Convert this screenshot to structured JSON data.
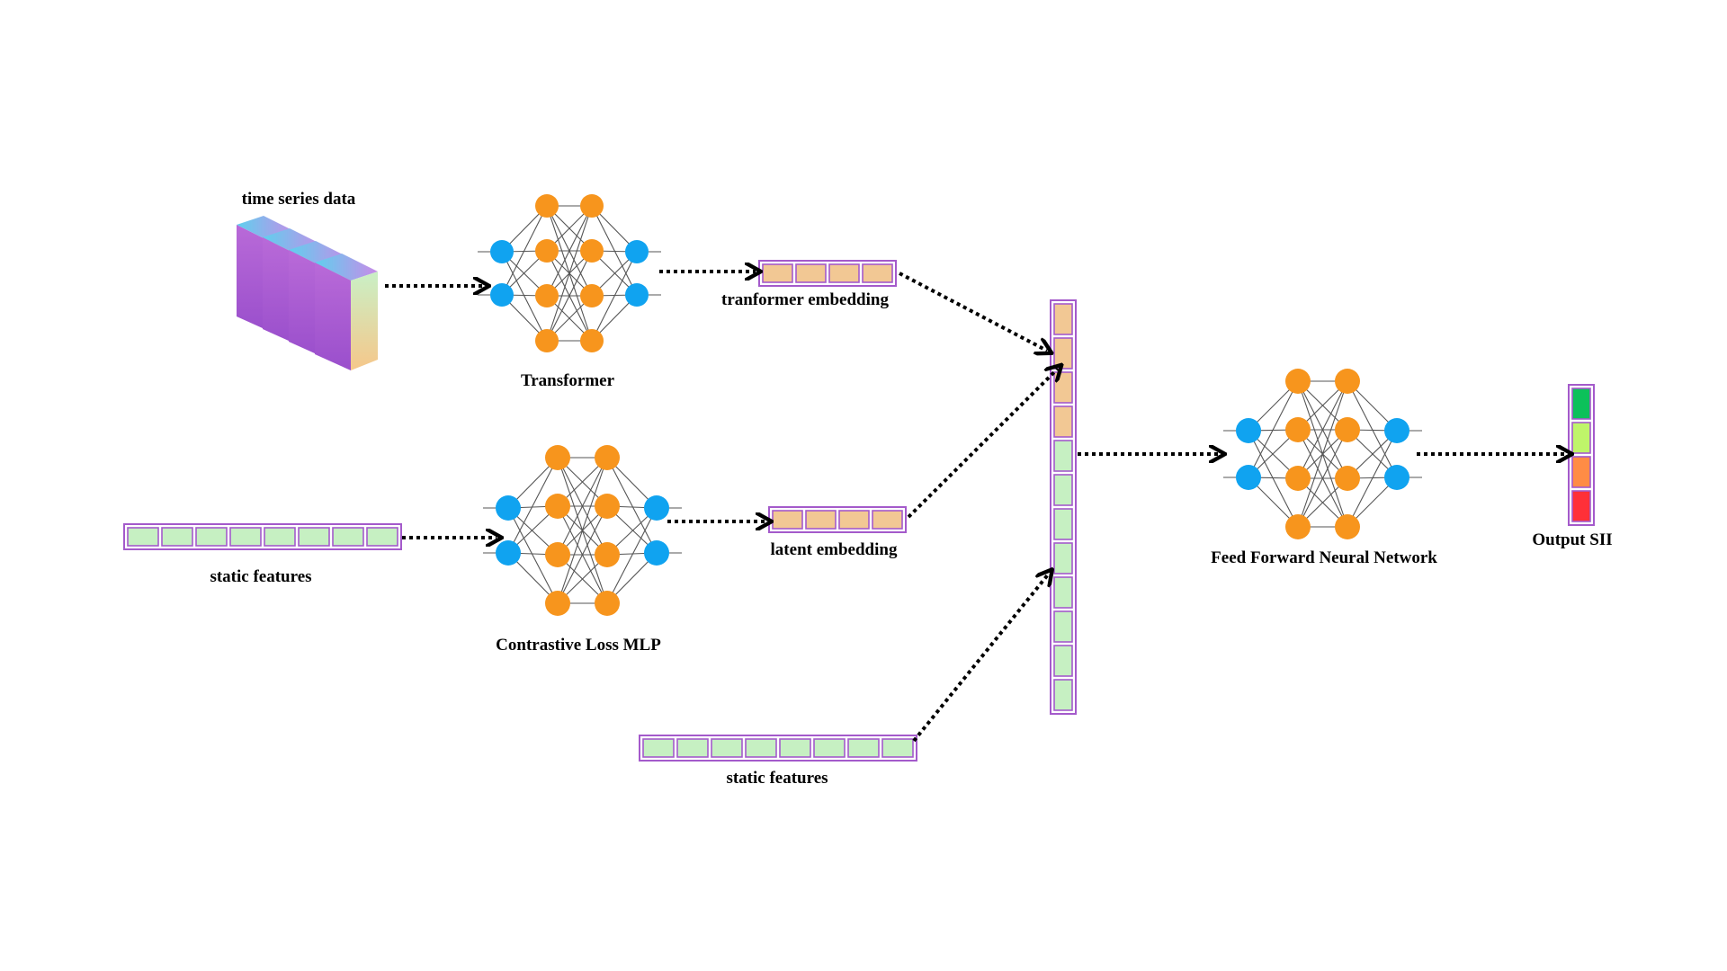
{
  "labels": {
    "time_series": "time series data",
    "transformer": "Transformer",
    "transformer_embedding": "tranformer embedding",
    "static_features_top": "static features",
    "contrastive_mlp": "Contrastive Loss MLP",
    "latent_embedding": "latent embedding",
    "static_features_bottom": "static features",
    "ffnn": "Feed Forward Neural Network",
    "output": "Output SII"
  },
  "colors": {
    "input_node": "#10a3f0",
    "hidden_node": "#f7951d",
    "embedding_cell": "#f2c894",
    "feature_cell": "#c6f0c2",
    "cell_border": "#a45acb",
    "edge": "#555555",
    "output_cells": [
      "#0cc15a",
      "#bff56a",
      "#ff8c45",
      "#ff3038"
    ]
  },
  "blocks": {
    "time_series_slices": 4,
    "transformer_embedding_cells": 4,
    "latent_embedding_cells": 4,
    "static_features_cells": 8,
    "concat_embedding_cells": 4,
    "concat_feature_cells": 8,
    "output_cells": 4
  },
  "network": {
    "layers": [
      2,
      4,
      4,
      2
    ]
  }
}
